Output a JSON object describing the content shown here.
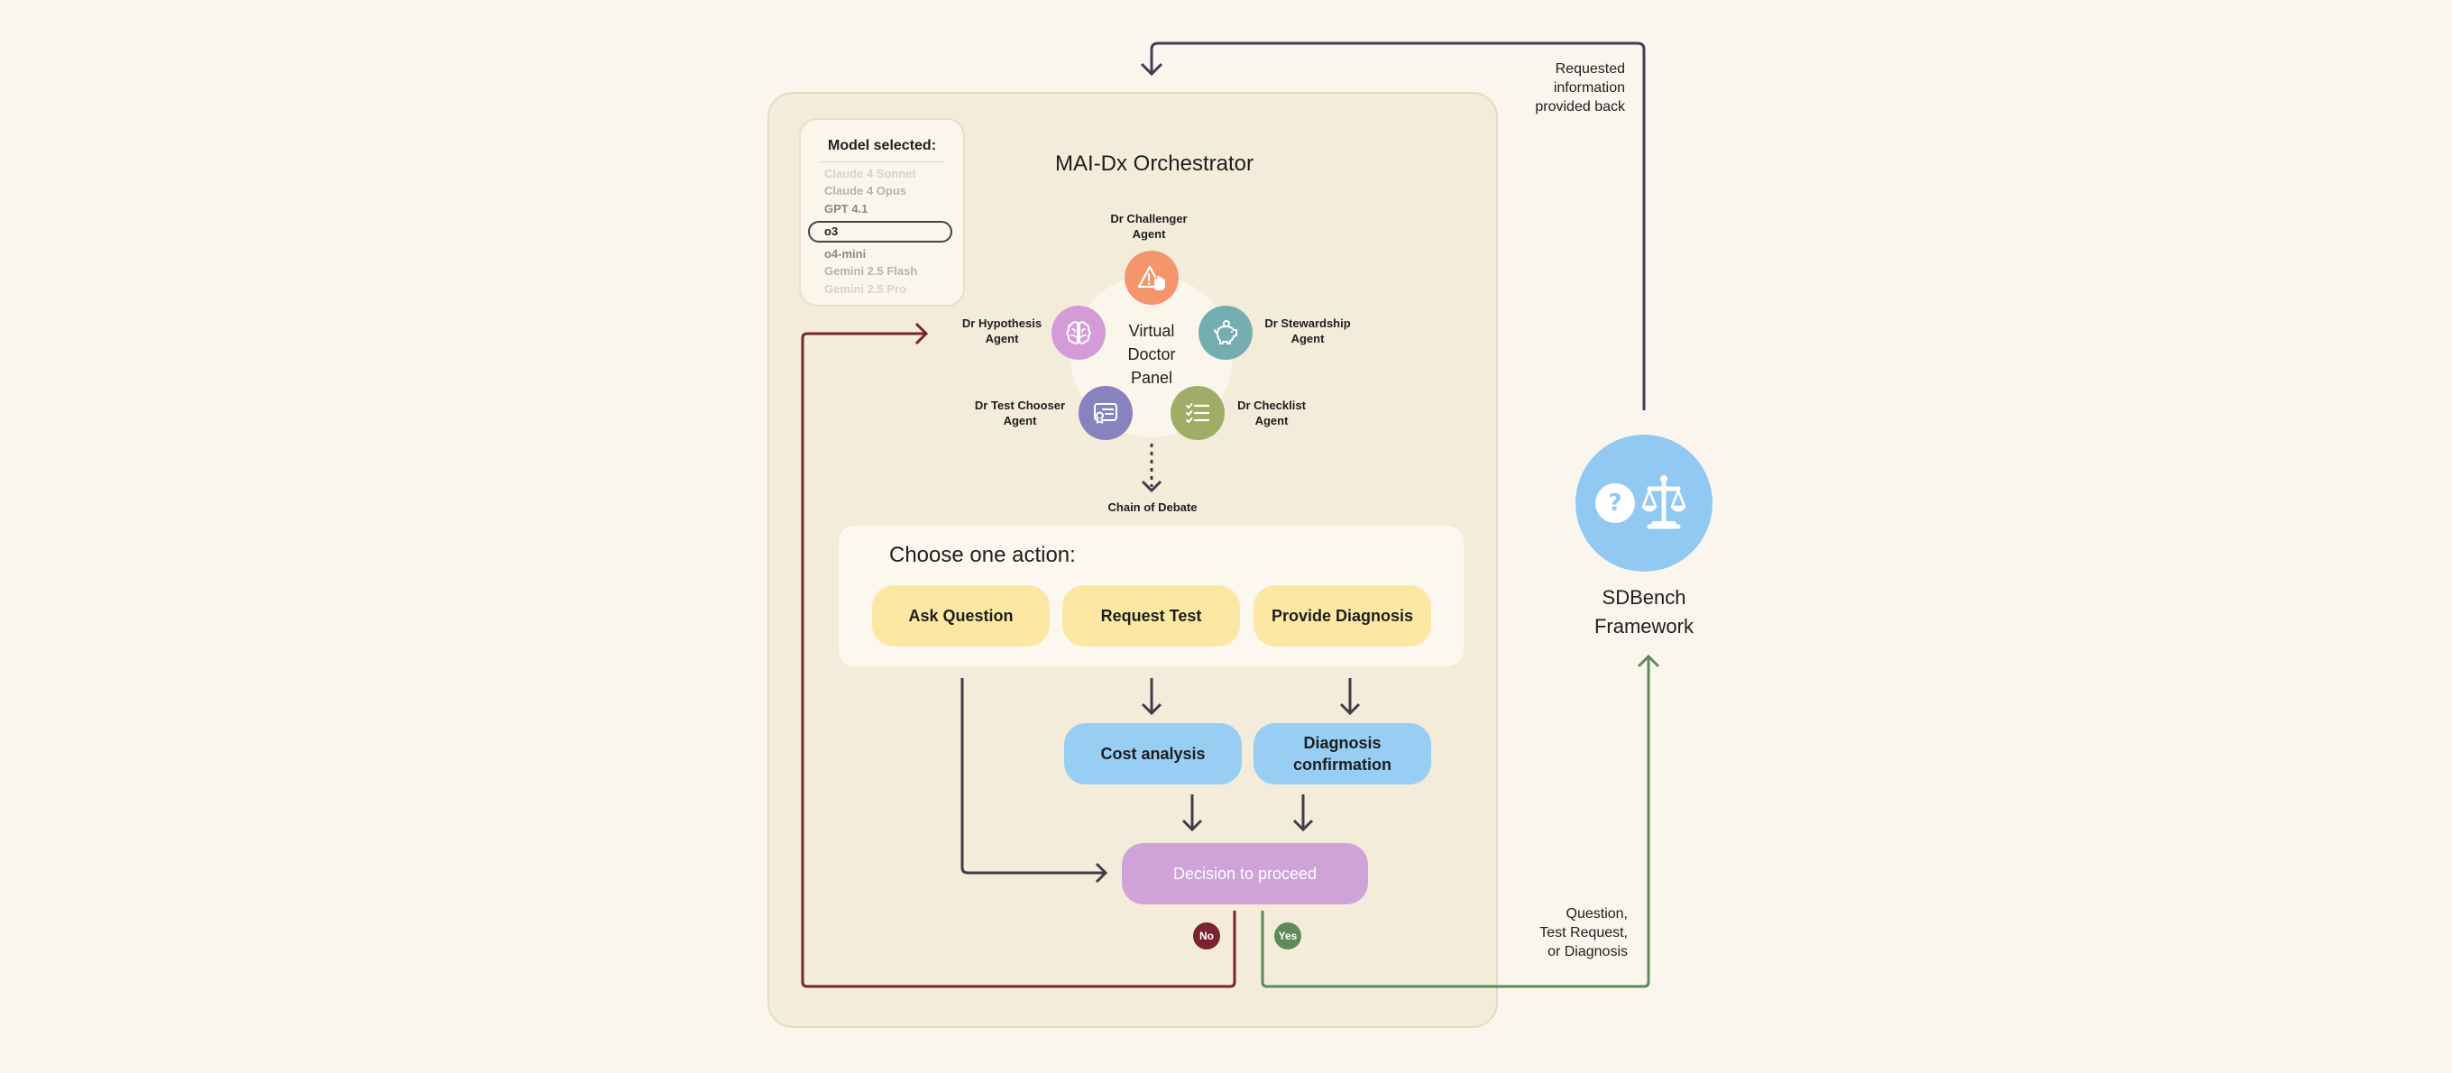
{
  "title": "MAI-Dx Orchestrator",
  "model_panel": {
    "heading": "Model selected:",
    "models": [
      "Claude 4 Sonnet",
      "Claude 4 Opus",
      "GPT 4.1",
      "o3",
      "o4-mini",
      "Gemini 2.5 Flash",
      "Gemini 2.5 Pro"
    ],
    "selected": "o3"
  },
  "panel": {
    "center_label": [
      "Virtual",
      "Doctor",
      "Panel"
    ],
    "agents": {
      "challenger": {
        "line1": "Dr Challenger",
        "line2": "Agent",
        "icon": "warning-hand-icon",
        "color": "#f4956c"
      },
      "stewardship": {
        "line1": "Dr Stewardship",
        "line2": "Agent",
        "icon": "piggy-bank-icon",
        "color": "#75aeb1"
      },
      "checklist": {
        "line1": "Dr Checklist",
        "line2": "Agent",
        "icon": "checklist-icon",
        "color": "#a1ad66"
      },
      "test_chooser": {
        "line1": "Dr Test Chooser",
        "line2": "Agent",
        "icon": "test-card-icon",
        "color": "#8882bf"
      },
      "hypothesis": {
        "line1": "Dr Hypothesis",
        "line2": "Agent",
        "icon": "brain-icon",
        "color": "#d49bd6"
      }
    },
    "chain_label": "Chain of Debate"
  },
  "actions": {
    "prompt": "Choose one action:",
    "ask": "Ask Question",
    "request": "Request Test",
    "diagnose": "Provide Diagnosis"
  },
  "checks": {
    "cost": "Cost analysis",
    "confirm_line1": "Diagnosis",
    "confirm_line2": "confirmation"
  },
  "decision": {
    "label": "Decision to proceed",
    "no": "No",
    "yes": "Yes"
  },
  "sdbench": {
    "line1": "SDBench",
    "line2": "Framework",
    "icon": "question-scales-icon",
    "color": "#92c9f2"
  },
  "annotations": {
    "returned": [
      "Requested",
      "information",
      "provided back"
    ],
    "sent": [
      "Question,",
      "Test Request,",
      "or Diagnosis"
    ]
  },
  "colors": {
    "no": "#7a2230",
    "yes": "#5e8a5a",
    "arrow": "#3f3d4a",
    "feedback": "#3f4051"
  }
}
